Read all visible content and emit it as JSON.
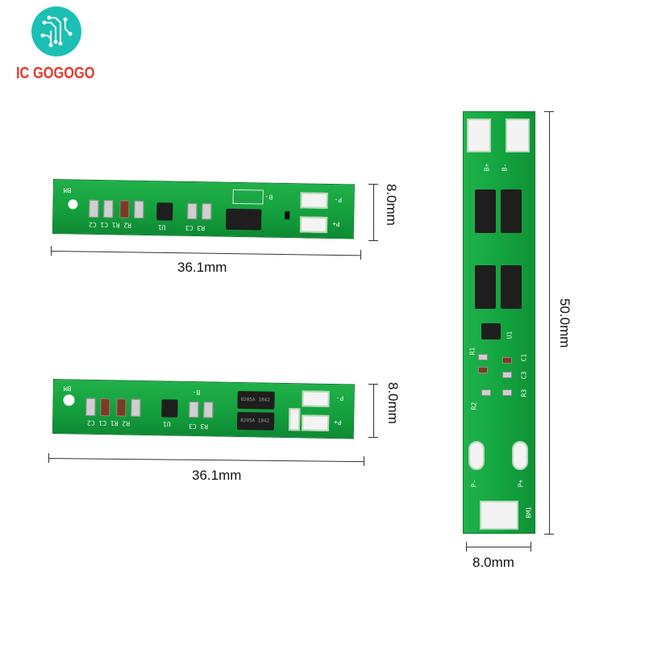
{
  "brand": {
    "logo_text_ic": "IC ",
    "logo_text_go": "GOGOGO",
    "logo_icon": "circuit-icon",
    "colors": {
      "logo_circle": "#1bbfb3",
      "logo_text": "#e63a2e",
      "pcb_green": "#14a03d"
    }
  },
  "board_top": {
    "silk_bm": "BM",
    "silk_labels_bottom": "R2 R1 C1 C2",
    "silk_u1": "U1",
    "silk_r3c3": "R3 C3",
    "silk_pminus": "P-",
    "silk_pplus": "P+",
    "silk_bminus": "B-",
    "width_label": "36.1mm",
    "height_label": "8.0mm"
  },
  "board_middle": {
    "silk_bm": "BM",
    "silk_labels_bottom": "R2 R1 C1 C2",
    "silk_u1": "U1",
    "silk_r3c3": "R3 C3",
    "silk_pminus": "P-",
    "silk_pplus": "P+",
    "silk_bminus": "B-",
    "chip1_mark": "8205A 1842",
    "chip2_mark": "8205A 1842",
    "width_label": "36.1mm",
    "height_label": "8.0mm"
  },
  "board_right": {
    "silk_bplus": "B+",
    "silk_bminus": "B-",
    "silk_u1": "U1",
    "silk_r1": "R1",
    "silk_r2": "R2",
    "silk_c1": "C1",
    "silk_c3": "C3",
    "silk_r3": "R3",
    "silk_pminus": "P-",
    "silk_pplus": "P+",
    "silk_bm1": "BM1",
    "width_label": "8.0mm",
    "height_label": "50.0mm"
  }
}
